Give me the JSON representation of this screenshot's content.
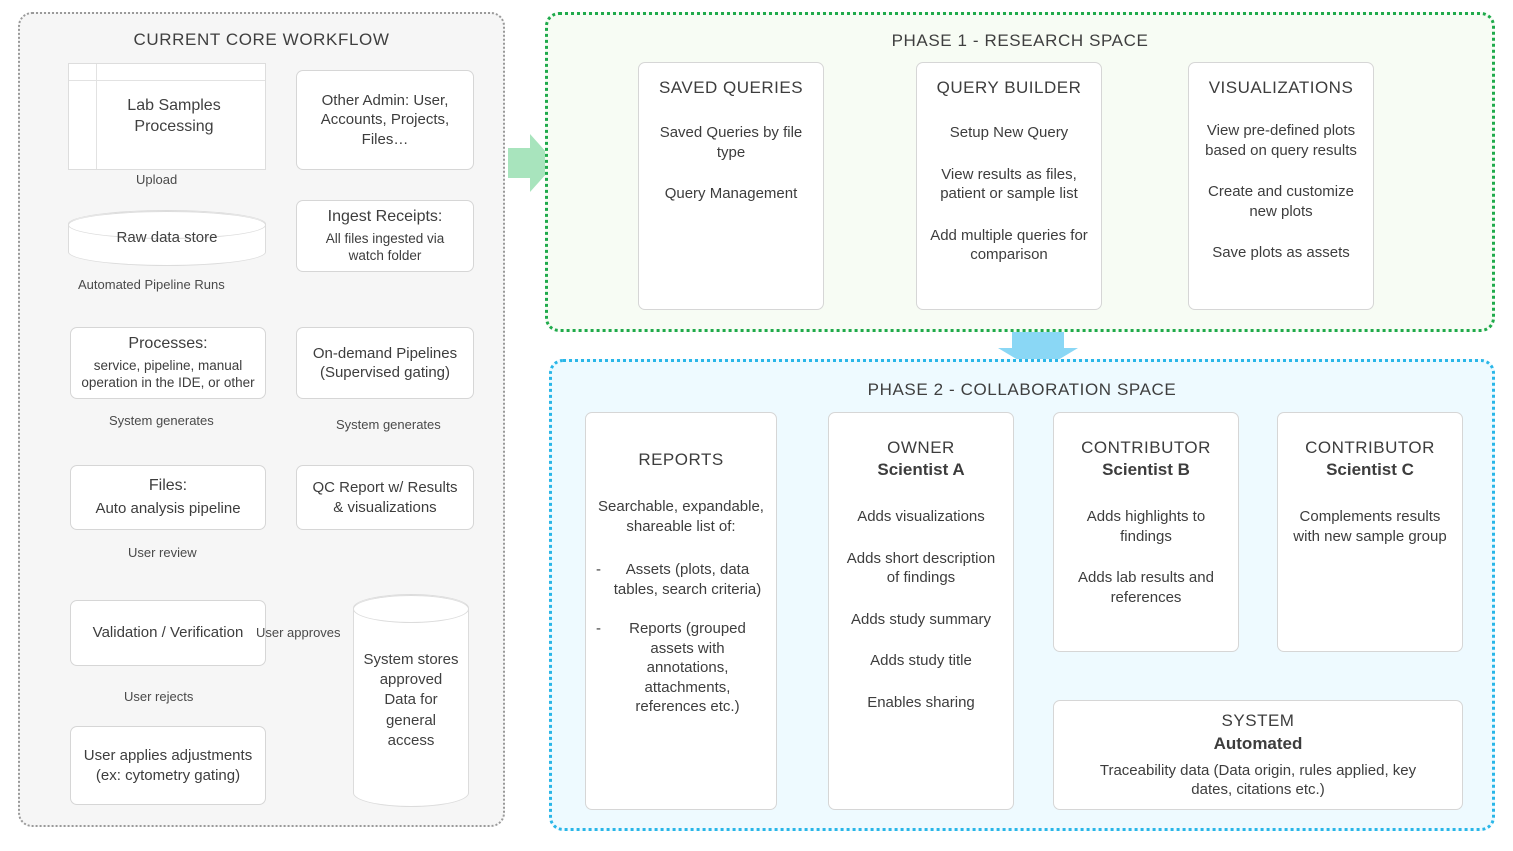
{
  "colors": {
    "core_border": "#9a9a9a",
    "core_bg": "#f6f6f6",
    "phase1_border": "#1faa4b",
    "phase1_bg": "#f7fcf4",
    "phase2_border": "#29b6e8",
    "phase2_bg": "#eefaff",
    "gray_arrow": "#cfcfcf",
    "green_arrow": "#a8e4bd",
    "blue_arrow": "#8ad7f5",
    "node_border": "#d6d6d6",
    "text": "#3d3d3d"
  },
  "core": {
    "title": "CURRENT CORE WORKFLOW",
    "nodes": {
      "lab_samples": "Lab Samples\nProcessing",
      "other_admin": "Other Admin: User, Accounts, Projects, Files…",
      "raw_data_store": "Raw data store",
      "ingest_receipts_title": "Ingest Receipts:",
      "ingest_receipts_sub": "All files ingested via watch folder",
      "processes_title": "Processes:",
      "processes_sub": "service, pipeline, manual operation in the IDE, or other",
      "on_demand": "On-demand Pipelines (Supervised gating)",
      "files_title": "Files:",
      "files_sub": "Auto analysis pipeline",
      "qc_report": "QC Report w/ Results & visualizations",
      "validation": "Validation / Verification",
      "user_adjustments": "User applies adjustments (ex: cytometry gating)",
      "system_stores": "System stores approved Data for general access"
    },
    "arrow_labels": {
      "upload": "Upload",
      "automated_pipeline_runs": "Automated Pipeline Runs",
      "system_generates_left": "System generates",
      "system_generates_right": "System generates",
      "user_review": "User review",
      "user_rejects": "User rejects",
      "user_approves": "User approves"
    }
  },
  "phase1": {
    "title": "PHASE 1 - RESEARCH SPACE",
    "cards": [
      {
        "heading": "SAVED QUERIES",
        "lines": [
          "Saved Queries by file type",
          "Query Management"
        ]
      },
      {
        "heading": "QUERY BUILDER",
        "lines": [
          "Setup New Query",
          "View results as files, patient or sample list",
          "Add multiple queries for comparison"
        ]
      },
      {
        "heading": "VISUALIZATIONS",
        "lines": [
          "View pre-defined plots based on query results",
          "Create and customize new plots",
          "Save plots as assets"
        ]
      }
    ]
  },
  "phase2": {
    "title": "PHASE 2 - COLLABORATION SPACE",
    "reports": {
      "heading": "REPORTS",
      "intro": "Searchable, expandable, shareable list of:",
      "bullets": [
        "Assets (plots, data tables, search criteria)",
        "Reports (grouped assets with annotations, attachments, references etc.)"
      ],
      "dash": "-"
    },
    "owner": {
      "role": "OWNER",
      "name": "Scientist A",
      "lines": [
        "Adds visualizations",
        "Adds short description of findings",
        "Adds study summary",
        "Adds study title",
        "Enables sharing"
      ]
    },
    "contributor_b": {
      "role": "CONTRIBUTOR",
      "name": "Scientist B",
      "lines": [
        "Adds highlights to findings",
        "Adds lab results and references"
      ]
    },
    "contributor_c": {
      "role": "CONTRIBUTOR",
      "name": "Scientist C",
      "lines": [
        "Complements results with new sample group"
      ]
    },
    "system": {
      "role": "SYSTEM",
      "name": "Automated",
      "line": "Traceability data (Data origin, rules applied, key dates, citations etc.)"
    }
  }
}
